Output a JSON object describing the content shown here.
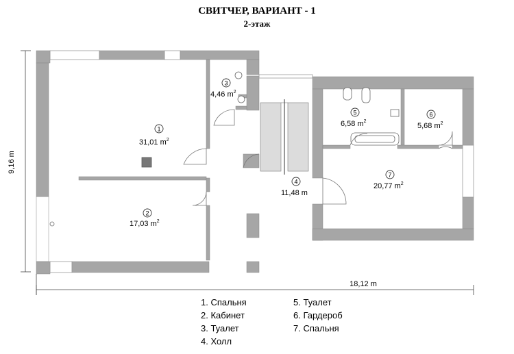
{
  "title": "СВИТЧЕР, ВАРИАНТ - 1",
  "subtitle": "2-этаж",
  "dimensions": {
    "height": "9,16 m",
    "width": "18,12 m"
  },
  "rooms": [
    {
      "num": "1",
      "area": "31,01 m",
      "sup": "2"
    },
    {
      "num": "2",
      "area": "17,03 m",
      "sup": "2"
    },
    {
      "num": "3",
      "area": "4,46 m",
      "sup": "2"
    },
    {
      "num": "4",
      "area": "11,48 m",
      "sup": ""
    },
    {
      "num": "5",
      "area": "6,58 m",
      "sup": "2"
    },
    {
      "num": "6",
      "area": "5,68 m",
      "sup": "2"
    },
    {
      "num": "7",
      "area": "20,77 m",
      "sup": "2"
    }
  ],
  "legend_left": [
    "1. Спальня",
    "2. Кабинет",
    "3. Туалет",
    "4. Холл"
  ],
  "legend_right": [
    "5. Туалет",
    "6. Гардероб",
    "7. Спальня"
  ],
  "colors": {
    "wall": "#a6a6a6",
    "line": "#555555"
  }
}
